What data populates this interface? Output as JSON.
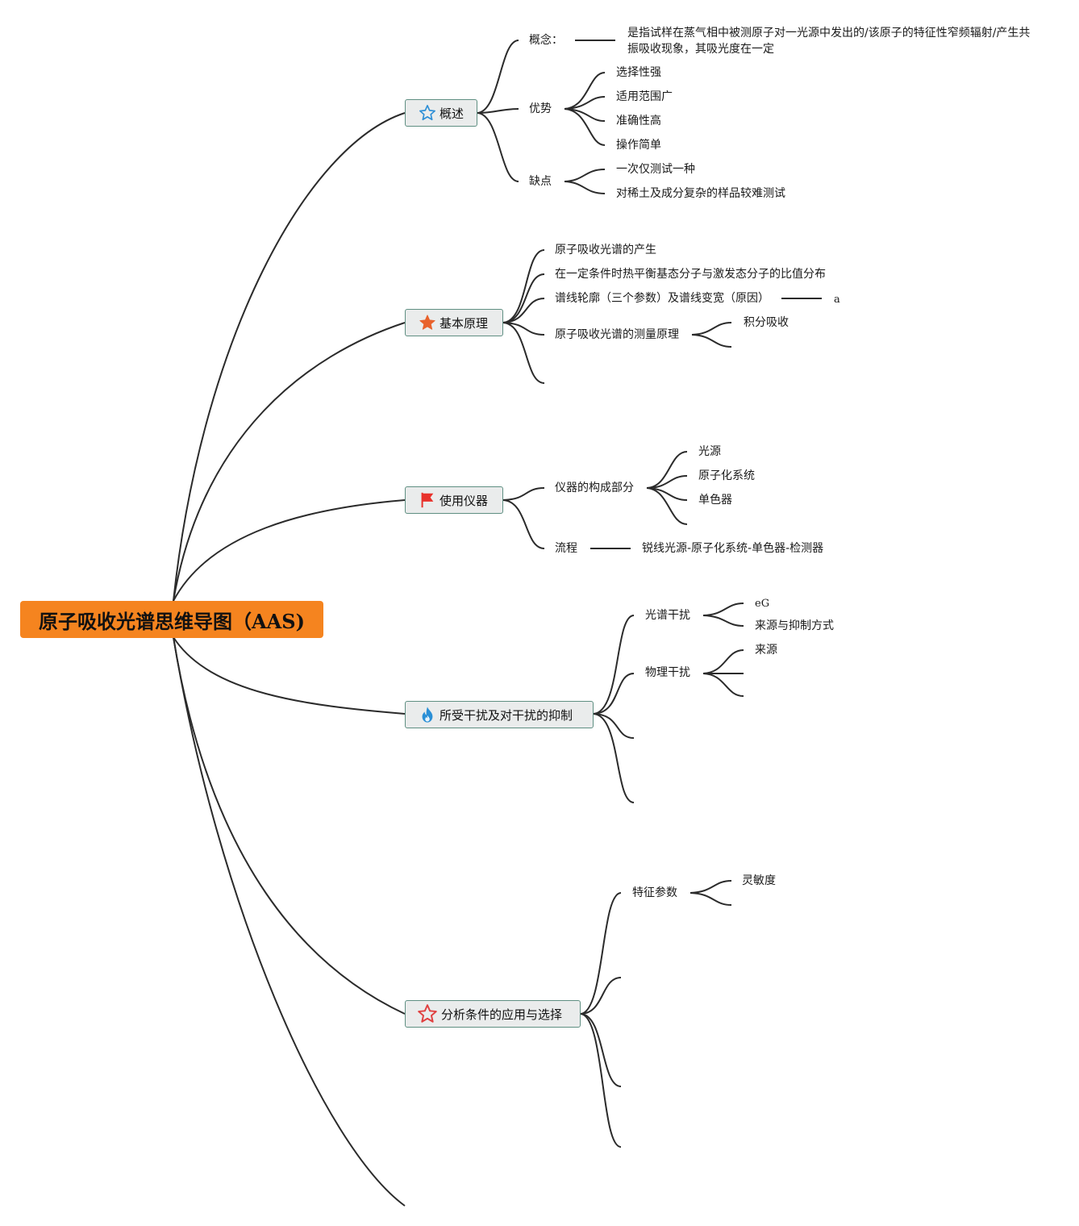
{
  "root": {
    "title": "原子吸收光谱思维导图（AAS)"
  },
  "branches": {
    "overview": {
      "label": "概述",
      "concept": {
        "label": "概念：",
        "text": "是指试样在蒸气相中被测原子对一光源中发出的/该原子的特征性窄频辐射/产生共振吸收现象，其吸光度在一定"
      },
      "advantages": {
        "label": "优势",
        "items": [
          "选择性强",
          "适用范围广",
          "准确性高",
          "操作简单"
        ]
      },
      "disadvantages": {
        "label": "缺点",
        "items": [
          "一次仅测试一种",
          "对稀土及成分复杂的样品较难测试"
        ]
      }
    },
    "principles": {
      "label": "基本原理",
      "items": [
        "原子吸收光谱的产生",
        "在一定条件时热平衡基态分子与激发态分子的比值分布",
        "谱线轮廓（三个参数）及谱线变宽（原因）",
        "原子吸收光谱的测量原理"
      ],
      "line_note": "a",
      "measurement_child": "积分吸收"
    },
    "instruments": {
      "label": "使用仪器",
      "components": {
        "label": "仪器的构成部分",
        "items": [
          "光源",
          "原子化系统",
          "单色器"
        ]
      },
      "process": {
        "label": "流程",
        "text": "锐线光源-原子化系统-单色器-检测器"
      }
    },
    "interference": {
      "label": "所受干扰及对干扰的抑制",
      "spectral": {
        "label": "光谱干扰",
        "items": [
          "eG",
          "来源与抑制方式"
        ]
      },
      "physical": {
        "label": "物理干扰",
        "items": [
          "来源"
        ]
      }
    },
    "analysis": {
      "label": "分析条件的应用与选择",
      "params": {
        "label": "特征参数",
        "items": [
          "灵敏度"
        ]
      }
    }
  },
  "colors": {
    "root_bg": "#f5841f",
    "branch_bg": "#eaecec",
    "branch_border": "#5f8f82",
    "star_outline_blue": "#2e8fd6",
    "star_filled_orange": "#e8622c",
    "flag_red": "#e8322c",
    "flame_blue": "#2a8fd6",
    "star_outline_red": "#e04040"
  },
  "icons": {
    "overview": "star-outline-icon",
    "principles": "star-filled-icon",
    "instruments": "flag-icon",
    "interference": "flame-icon",
    "analysis": "star-outline-icon"
  }
}
